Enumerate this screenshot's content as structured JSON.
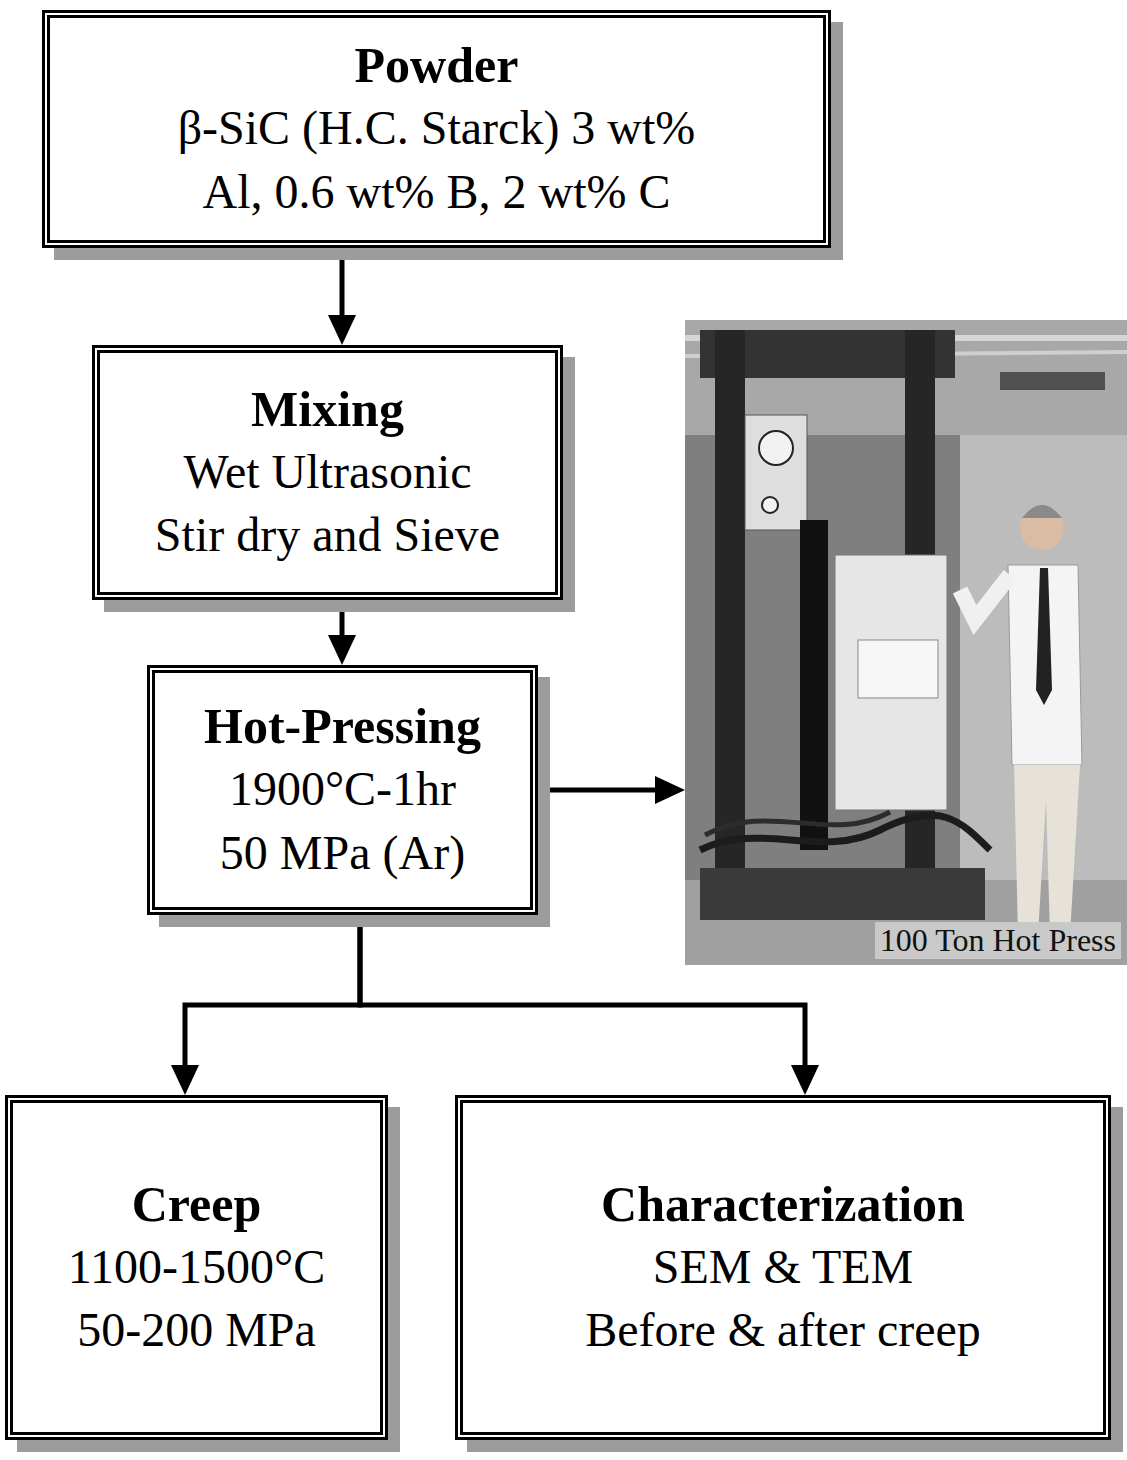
{
  "diagram": {
    "nodes": [
      {
        "text": [
          "Powder",
          "β-SiC (H.C. Starck) 3 wt% Al, 0.6 wt% B, 2 wt% C"
        ]
      },
      {
        "text": [
          "Mixing",
          "Wet Ultrasonic Stir dry and Sieve"
        ]
      },
      {
        "text": [
          "Hot-Pressing",
          "1900°C-1hr 50 MPa (Ar)"
        ]
      },
      {
        "text": [
          "100 Ton Hot Press"
        ]
      },
      {
        "text": [
          "Creep",
          "1100-1500°C 50-200 MPa"
        ]
      },
      {
        "text": [
          "Characterization",
          "SEM & TEM Before & after creep"
        ]
      }
    ],
    "edges": [
      {
        "from": 0,
        "to": 1,
        "arrow": "to"
      },
      {
        "from": 1,
        "to": 2,
        "arrow": "to"
      },
      {
        "from": 2,
        "to": 3,
        "arrow": "to"
      },
      {
        "from": 2,
        "to": 4,
        "arrow": "to"
      },
      {
        "from": 2,
        "to": 5,
        "arrow": "to"
      }
    ]
  }
}
